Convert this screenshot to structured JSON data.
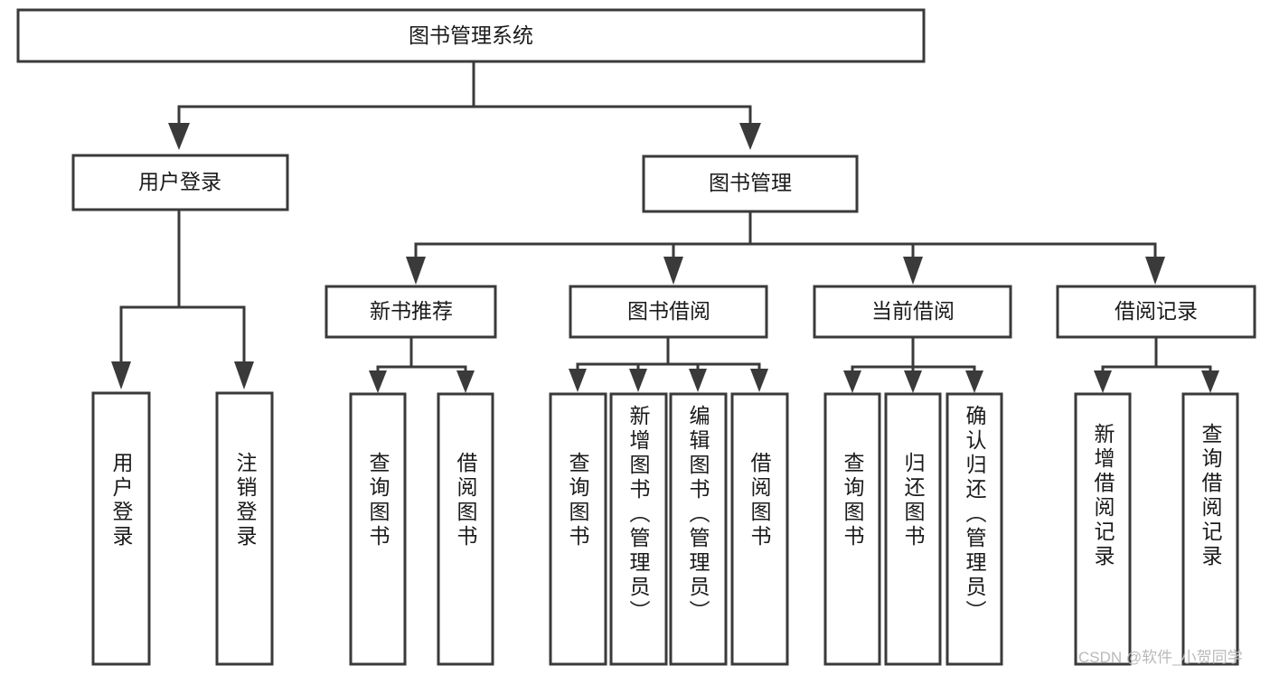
{
  "diagram": {
    "type": "hierarchy-tree",
    "title": "图书管理系统",
    "orientation": "top-down",
    "root": {
      "id": "root",
      "label": "图书管理系统"
    },
    "level2": [
      {
        "id": "user-login",
        "label": "用户登录"
      },
      {
        "id": "book-manage",
        "label": "图书管理"
      }
    ],
    "level3": [
      {
        "id": "new-book-recommend",
        "label": "新书推荐",
        "parent": "book-manage"
      },
      {
        "id": "book-borrow",
        "label": "图书借阅",
        "parent": "book-manage"
      },
      {
        "id": "current-borrow",
        "label": "当前借阅",
        "parent": "book-manage"
      },
      {
        "id": "borrow-record",
        "label": "借阅记录",
        "parent": "book-manage"
      }
    ],
    "leaves": [
      {
        "id": "leaf-user-login",
        "label": "用户登录",
        "parent": "user-login"
      },
      {
        "id": "leaf-logout",
        "label": "注销登录",
        "parent": "user-login"
      },
      {
        "id": "leaf-query-book-1",
        "label": "查询图书",
        "parent": "new-book-recommend"
      },
      {
        "id": "leaf-borrow-book-1",
        "label": "借阅图书",
        "parent": "new-book-recommend"
      },
      {
        "id": "leaf-query-book-2",
        "label": "查询图书",
        "parent": "book-borrow"
      },
      {
        "id": "leaf-add-book",
        "label": "新增图书（管理员）",
        "parent": "book-borrow"
      },
      {
        "id": "leaf-edit-book",
        "label": "编辑图书（管理员）",
        "parent": "book-borrow"
      },
      {
        "id": "leaf-borrow-book-2",
        "label": "借阅图书",
        "parent": "book-borrow"
      },
      {
        "id": "leaf-query-book-3",
        "label": "查询图书",
        "parent": "current-borrow"
      },
      {
        "id": "leaf-return-book",
        "label": "归还图书",
        "parent": "current-borrow"
      },
      {
        "id": "leaf-confirm-return",
        "label": "确认归还（管理员）",
        "parent": "current-borrow"
      },
      {
        "id": "leaf-add-record",
        "label": "新增借阅记录",
        "parent": "borrow-record"
      },
      {
        "id": "leaf-query-record",
        "label": "查询借阅记录",
        "parent": "borrow-record"
      }
    ]
  },
  "style": {
    "box_stroke": "#3a3a3a",
    "box_fill": "#ffffff",
    "text_color": "#1a1a1a",
    "background": "#ffffff",
    "watermark_color": "#b9b9b9"
  },
  "watermark": {
    "text": "CSDN @软件_小贺同学"
  }
}
